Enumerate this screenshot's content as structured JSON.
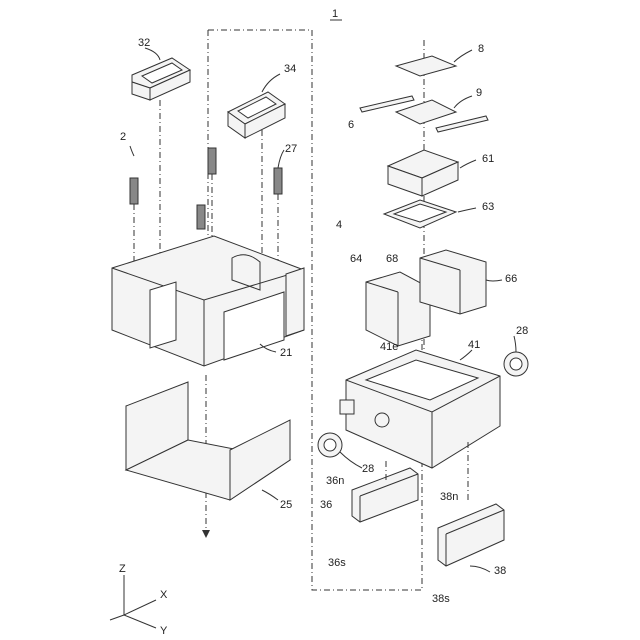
{
  "figure": {
    "assembly_label": "1",
    "labels": [
      "2",
      "4",
      "6",
      "8",
      "9",
      "21",
      "25",
      "27",
      "28",
      "28",
      "32",
      "34",
      "36",
      "36n",
      "36s",
      "38",
      "38n",
      "38s",
      "41",
      "41e",
      "61",
      "63",
      "64",
      "66",
      "68"
    ],
    "axes": {
      "z": "Z",
      "x": "X",
      "y": "Y"
    }
  }
}
